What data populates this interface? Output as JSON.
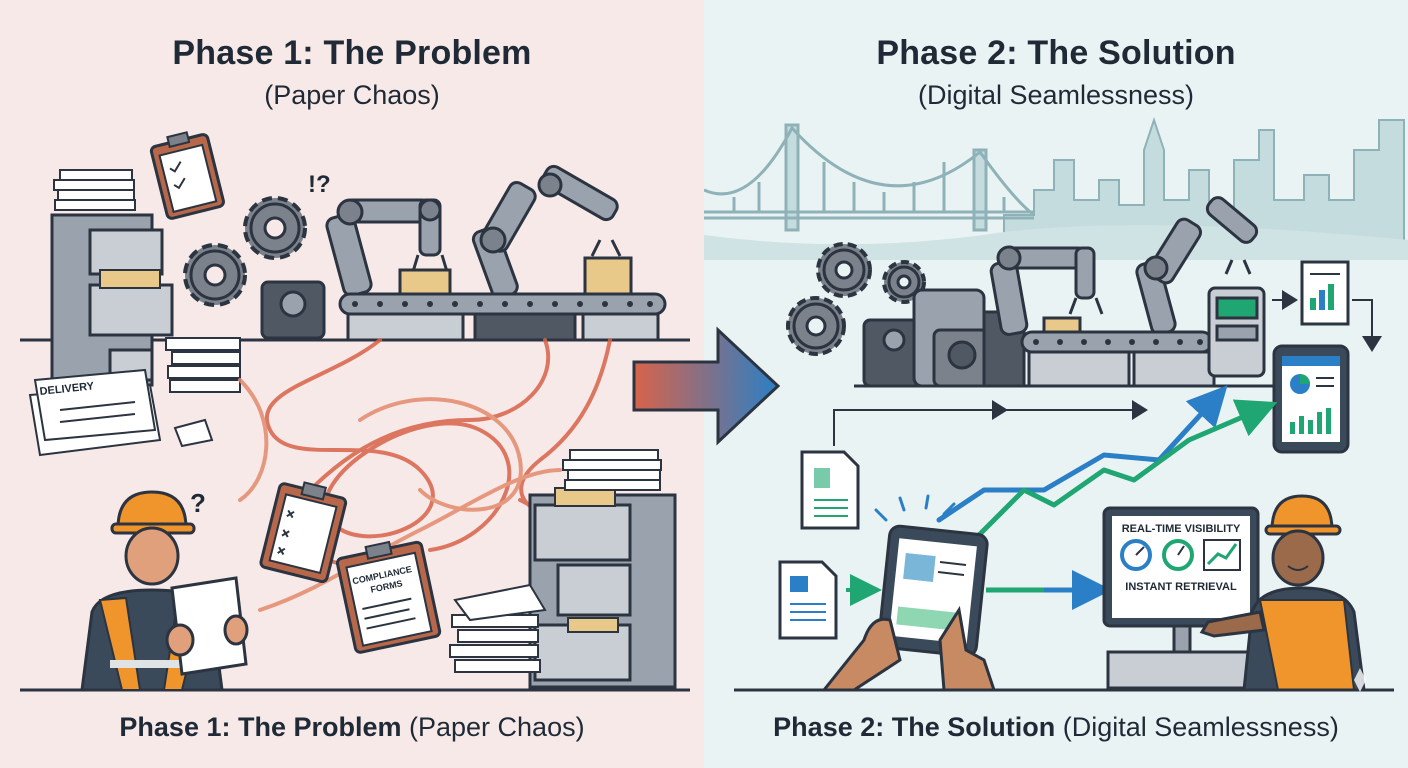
{
  "phase1": {
    "heading": "Phase 1: The Problem",
    "subheading": "(Paper Chaos)",
    "caption_bold": "Phase 1: The Problem",
    "caption_rest": " (Paper Chaos)",
    "labels": {
      "delivery": "DELIVERY",
      "compliance_line1": "COMPLIANCE",
      "compliance_line2": "FORMS",
      "confusion": "!?",
      "question": "?"
    }
  },
  "phase2": {
    "heading": "Phase 2: The Solution",
    "subheading": "(Digital Seamlessness)",
    "caption_bold": "Phase 2: The Solution",
    "caption_rest": " (Digital Seamlessness)",
    "labels": {
      "realtime": "REAL-TIME VISIBILITY",
      "retrieval": "INSTANT RETRIEVAL"
    }
  },
  "colors": {
    "left_bg": "#f6e9e7",
    "right_bg": "#e9f3f4",
    "chaos_red": "#d8634a",
    "growth_green": "#1fa672",
    "growth_blue": "#2a7fc6",
    "safety_orange": "#f0952c"
  }
}
